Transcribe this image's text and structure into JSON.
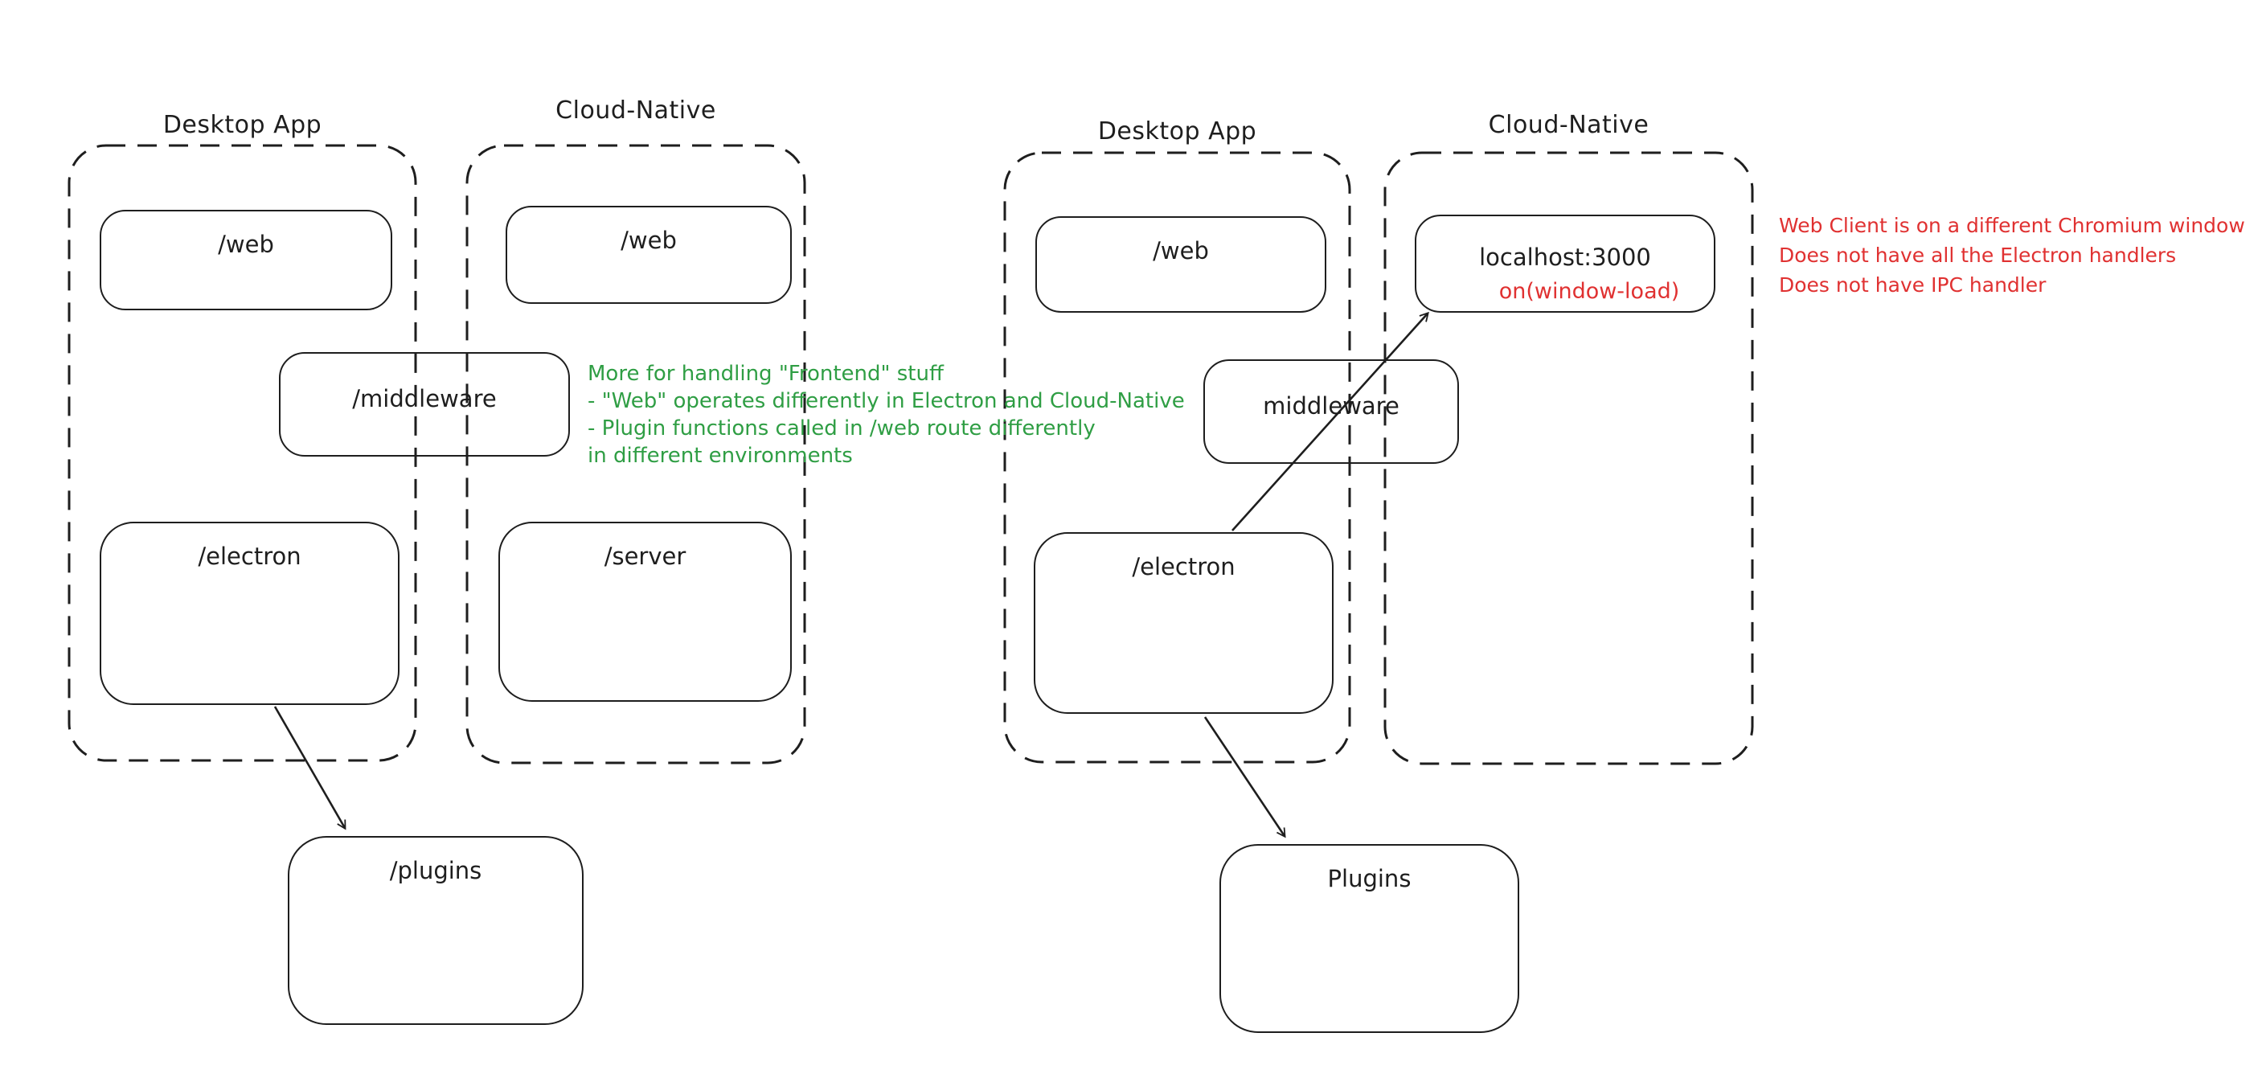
{
  "colors": {
    "stroke": "#1e1e1e",
    "red_accent": "#e03131",
    "green_accent": "#2f9e44",
    "background": "#ffffff"
  },
  "left_group": {
    "desktop_label": "Desktop App",
    "cloud_label": "Cloud-Native",
    "nodes": {
      "web_desktop": "/web",
      "web_cloud": "/web",
      "middleware": "/middleware",
      "electron": "/electron",
      "server": "/server",
      "plugins": "/plugins"
    }
  },
  "right_group": {
    "desktop_label": "Desktop App",
    "cloud_label": "Cloud-Native",
    "nodes": {
      "web": "/web",
      "localhost": "localhost:3000",
      "window_load": "on(window-load)",
      "middleware": "middleware",
      "electron": "/electron",
      "plugins": "Plugins"
    }
  },
  "annotations": {
    "green": [
      "More for handling \"Frontend\" stuff",
      "- \"Web\" operates differently in Electron and Cloud-Native",
      "- Plugin functions called in /web route differently",
      "in different environments"
    ],
    "red": [
      "Web Client is on a different Chromium window",
      "Does not have all the Electron handlers",
      "Does not have IPC handler"
    ]
  }
}
